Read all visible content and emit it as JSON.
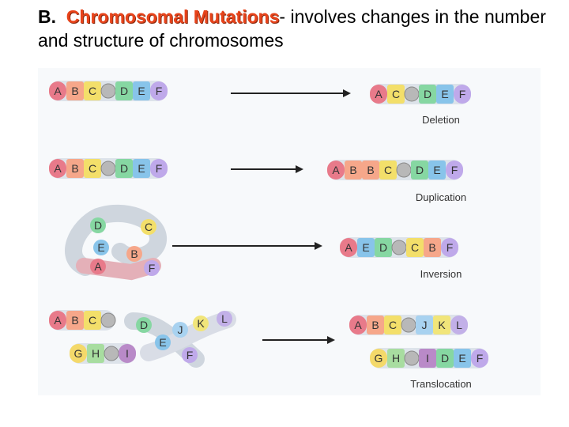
{
  "title": {
    "label": "B.",
    "term": "Chromosomal Mutations",
    "rest": "- involves changes in the number and structure of chromosomes"
  },
  "colors": {
    "A": "#e87a8a",
    "B": "#f6a78a",
    "C": "#f3df6a",
    "D": "#86d7a2",
    "E": "#88c4ea",
    "F": "#bfa9ea",
    "G": "#f4d96a",
    "H": "#a8dda0",
    "I": "#b98ac8",
    "J": "#a8d2f0",
    "K": "#f1e57a",
    "L": "#c2b0e8",
    "centromere": "#b8b8b8",
    "arrow": "#222222",
    "caption": "#333333"
  },
  "rows": [
    {
      "caption": "Deletion",
      "before": [
        [
          "A",
          "B",
          "C",
          "*",
          "D",
          "E",
          "F"
        ]
      ],
      "after": [
        [
          "A",
          "C",
          "*",
          "D",
          "E",
          "F"
        ]
      ]
    },
    {
      "caption": "Duplication",
      "before": [
        [
          "A",
          "B",
          "C",
          "*",
          "D",
          "E",
          "F"
        ]
      ],
      "after": [
        [
          "A",
          "B",
          "B",
          "C",
          "*",
          "D",
          "E",
          "F"
        ]
      ]
    },
    {
      "caption": "Inversion",
      "before_loop_labels": [
        "D",
        "C",
        "E",
        "B",
        "A",
        "F"
      ],
      "after": [
        [
          "A",
          "E",
          "D",
          "*",
          "C",
          "B",
          "F"
        ]
      ]
    },
    {
      "caption": "Translocation",
      "before": [
        [
          "A",
          "B",
          "C",
          "*"
        ],
        [
          "G",
          "H",
          "*",
          "I"
        ]
      ],
      "before_cross_labels": [
        "D",
        "E",
        "F",
        "J",
        "K",
        "L"
      ],
      "after": [
        [
          "A",
          "B",
          "C",
          "*",
          "J",
          "K",
          "L"
        ],
        [
          "G",
          "H",
          "*",
          "I",
          "D",
          "E",
          "F"
        ]
      ]
    }
  ]
}
